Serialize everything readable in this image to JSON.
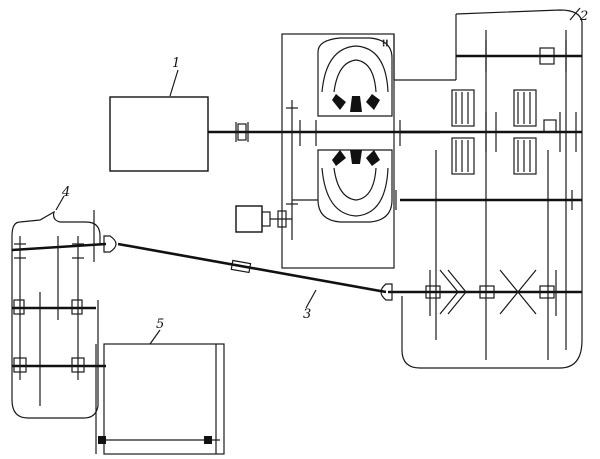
{
  "diagram": {
    "labels": {
      "engine": "1",
      "gearbox": "2",
      "propeller_shaft": "3",
      "final_drive": "4",
      "pump_unit": "5"
    }
  }
}
